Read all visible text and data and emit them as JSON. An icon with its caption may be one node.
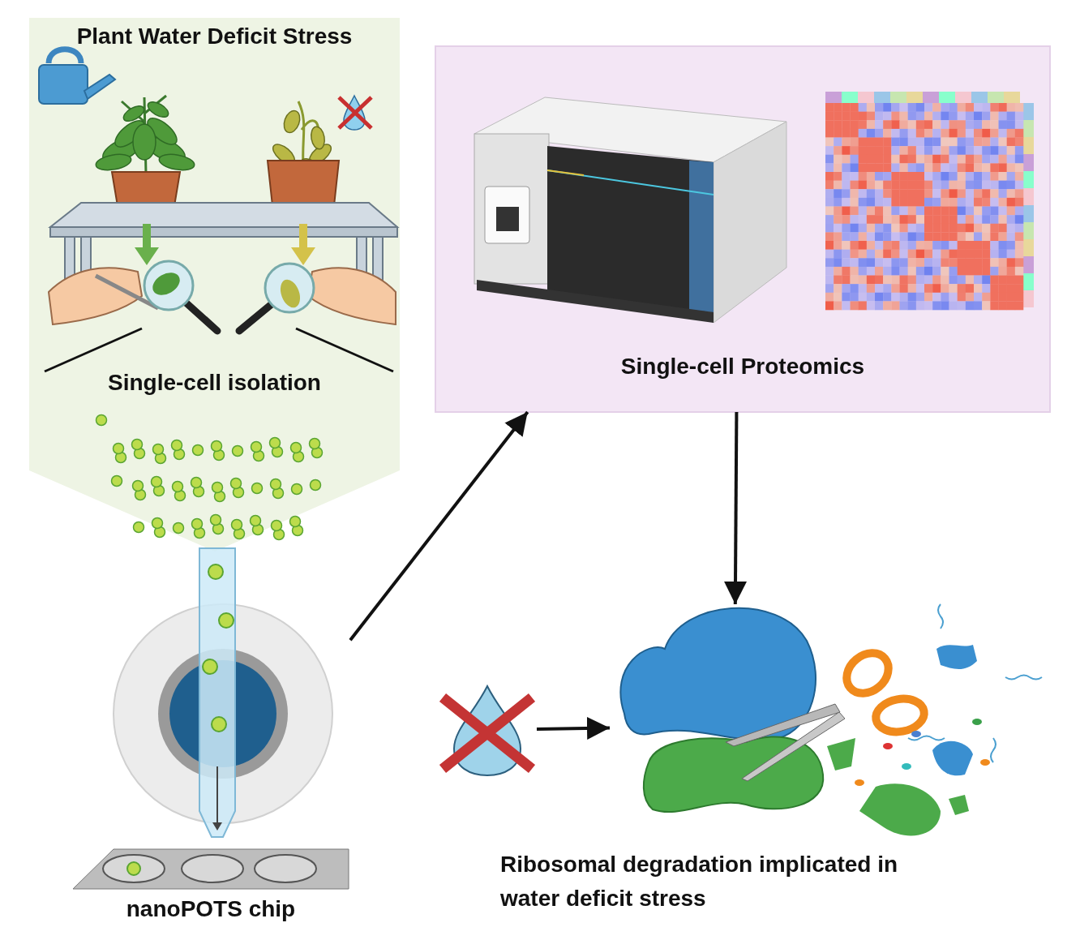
{
  "diagram": {
    "nodes": [
      {
        "text": [
          "Plant Water Deficit Stress",
          "Single-cell isolation"
        ]
      },
      {
        "text": [],
        "shape": "picture",
        "beside": [
          "nanoPOTS chip"
        ]
      },
      {
        "text": [
          "Single-cell Proteomics"
        ]
      },
      {
        "text": [],
        "shape": "picture"
      },
      {
        "text": [],
        "shape": "picture",
        "beside": [
          "Ribosomal degradation implicated in water deficit stress"
        ]
      }
    ],
    "edges": [
      {
        "from": 1,
        "to": 2,
        "arrow": "to"
      },
      {
        "from": 2,
        "to": 4,
        "arrow": "to"
      },
      {
        "from": 3,
        "to": 4,
        "arrow": "to"
      }
    ]
  }
}
